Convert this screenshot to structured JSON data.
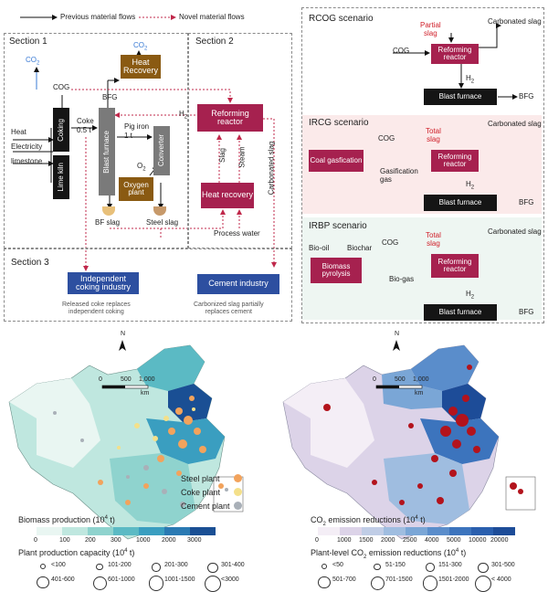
{
  "legend": {
    "previous": "Previous material flows",
    "novel": "Novel material flows"
  },
  "sections": {
    "s1": "Section 1",
    "s2": "Section 2",
    "s3": "Section 3"
  },
  "plant": {
    "co2": "CO",
    "co2_sub": "2",
    "heat_recovery": "Heat Recovery",
    "cog": "COG",
    "bfg": "BFG",
    "heat": "Heat",
    "electricity": "Electricity",
    "limestone": "limestone",
    "coking": "Coking",
    "lime_kiln": "Lime kiln",
    "coke_label": "Coke\n0.5 t",
    "blast_furnace": "Blast furnace",
    "pig_iron": "Pig iron\n1 t",
    "o2": "O",
    "o2_sub": "2",
    "converter": "Converter",
    "oxygen_plant": "Oxygen plant",
    "bf_slag": "BF slag",
    "steel_slag": "Steel slag",
    "h2": "H",
    "h2_sub": "2",
    "reforming_reactor": "Reforming reactor",
    "slag": "Slag",
    "steam": "Steam",
    "heat_recovery2": "Heat recovery",
    "process_water": "Process water",
    "carbonated_slag": "Carbonated slag"
  },
  "section3": {
    "coking_industry": "Independent coking industry",
    "cement_industry": "Cement industry",
    "coke_note": "Released coke replaces\nindependent coking",
    "cement_note": "Carbonized slag partially\nreplaces cement"
  },
  "scenarios": {
    "rcog": {
      "title": "RCOG scenario",
      "partial_slag": "Partial\nslag",
      "cog": "COG",
      "reactor": "Reforming reactor",
      "carbonated": "Carbonated slag",
      "h2": "H",
      "bf": "Blast furnace",
      "bfg": "BFG"
    },
    "ircg": {
      "title": "IRCG scenario",
      "coal": "Coal gasfication",
      "cog": "COG",
      "gas": "Gasification\ngas",
      "total_slag": "Total\nslag",
      "reactor": "Reforming reactor",
      "carbonated": "Carbonated slag",
      "h2": "H",
      "bf": "Blast furnace",
      "bfg": "BFG"
    },
    "irbp": {
      "title": "IRBP scenario",
      "biooil": "Bio-oil",
      "biochar": "Biochar",
      "biomass": "Biomass pyrolysis",
      "cog": "COG",
      "biogas": "Bio-gas",
      "total_slag": "Total\nslag",
      "reactor": "Reforming reactor",
      "carbonated": "Carbonated slag",
      "h2": "H",
      "bf": "Blast furnace",
      "bfg": "BFG"
    }
  },
  "map_left": {
    "north": "N",
    "scale": [
      "0",
      "500",
      "1,000"
    ],
    "scale_unit": "km",
    "plants": [
      "Steel plant",
      "Coke plant",
      "Cement plant"
    ],
    "biomass_title": "Biomass production (10",
    "biomass_title_sup": "4",
    "biomass_title_end": " t)",
    "biomass_ticks": [
      "0",
      "100",
      "200",
      "300",
      "1000",
      "2000",
      "3000"
    ],
    "biomass_colors": [
      "#e9f6f2",
      "#bfe7df",
      "#8fd3ce",
      "#5bbac4",
      "#3a9ec0",
      "#2a7ab3",
      "#1a4f94"
    ],
    "capacity_title": "Plant production capacity (10",
    "capacity_title_sup": "4",
    "capacity_title_end": " t)",
    "capacity_labels": [
      "<100",
      "101-200",
      "201-300",
      "301-400",
      "401-600",
      "601-1000",
      "1001-1500",
      "<3000"
    ]
  },
  "map_right": {
    "north": "N",
    "scale": [
      "0",
      "500",
      "1,000"
    ],
    "scale_unit": "km",
    "co2_title": "CO",
    "co2_title_sub": "2",
    "co2_title_end": " emission reductions (10",
    "co2_title_sup": "4",
    "co2_title_close": " t)",
    "co2_ticks": [
      "0",
      "1000",
      "1500",
      "2000",
      "2500",
      "4000",
      "5000",
      "10000",
      "20000"
    ],
    "co2_colors": [
      "#f4eef6",
      "#dcd3e8",
      "#c0cde6",
      "#9fbde0",
      "#7aa6d6",
      "#5a8dcb",
      "#3c74bd",
      "#2a5fae",
      "#1d4c98"
    ],
    "plant_title": "Plant-level CO",
    "plant_title_sub": "2",
    "plant_title_end": " emission reductions (10",
    "plant_title_sup": "4",
    "plant_title_close": " t)",
    "plant_labels": [
      "<50",
      "51-150",
      "151-300",
      "301-500",
      "501-700",
      "701-1500",
      "1501-2000",
      "< 4000"
    ]
  },
  "colors": {
    "magenta": "#a6214f",
    "black": "#151515",
    "brown": "#8a5a12",
    "blue": "#2d4fa0",
    "dotted_red": "#c0284b",
    "steel_dot": "#f2a35c",
    "coke_dot": "#f4e08a",
    "cement_dot": "#a9b0b8",
    "co2_dot": "#b3131c"
  }
}
